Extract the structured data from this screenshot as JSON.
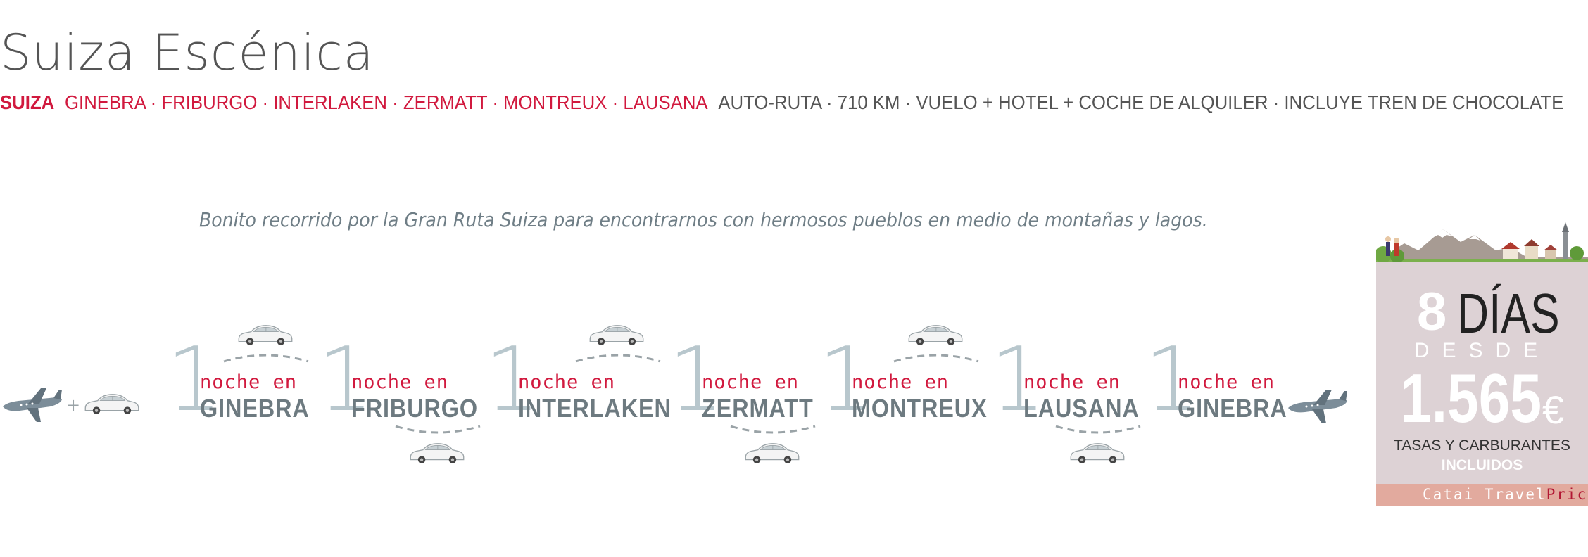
{
  "title": "Suiza Escénica",
  "subtitle": {
    "country": "SUIZA",
    "cities": "GINEBRA · FRIBURGO · INTERLAKEN · ZERMATT · MONTREUX · LAUSANA",
    "details": "AUTO-RUTA · 710 KM · VUELO + HOTEL + COCHE DE ALQUILER · INCLUYE TREN DE CHOCOLATE"
  },
  "intro": "Bonito recorrido por la Gran Ruta Suiza para encontrarnos con hermosos pueblos en medio de montañas y lagos.",
  "plus": "+",
  "stops": [
    {
      "nights": "1",
      "label": "noche en",
      "city": "GINEBRA"
    },
    {
      "nights": "1",
      "label": "noche en",
      "city": "FRIBURGO"
    },
    {
      "nights": "1",
      "label": "noche en",
      "city": "INTERLAKEN"
    },
    {
      "nights": "1",
      "label": "noche en",
      "city": "ZERMATT"
    },
    {
      "nights": "1",
      "label": "noche en",
      "city": "MONTREUX"
    },
    {
      "nights": "1",
      "label": "noche en",
      "city": "LAUSANA"
    },
    {
      "nights": "1",
      "label": "noche en",
      "city": "GINEBRA"
    }
  ],
  "price": {
    "days_num": "8",
    "days_word": "DÍAS",
    "desde": "DESDE",
    "amount": "1.565",
    "currency": "€",
    "taxes": "TASAS Y CARBURANTES",
    "included": "INCLUIDOS"
  },
  "brand": {
    "part1": "Catai Travel",
    "part2": "Pricer"
  },
  "icons": [
    "airplane-icon",
    "car-icon",
    "swiss-scenery-illustration"
  ],
  "colors": {
    "accent": "#d1193e",
    "city": "#6d7a80",
    "number": "#b8c7cd",
    "price_bg": "#ddd2d5",
    "brand_bar": "#e2aa9e"
  }
}
